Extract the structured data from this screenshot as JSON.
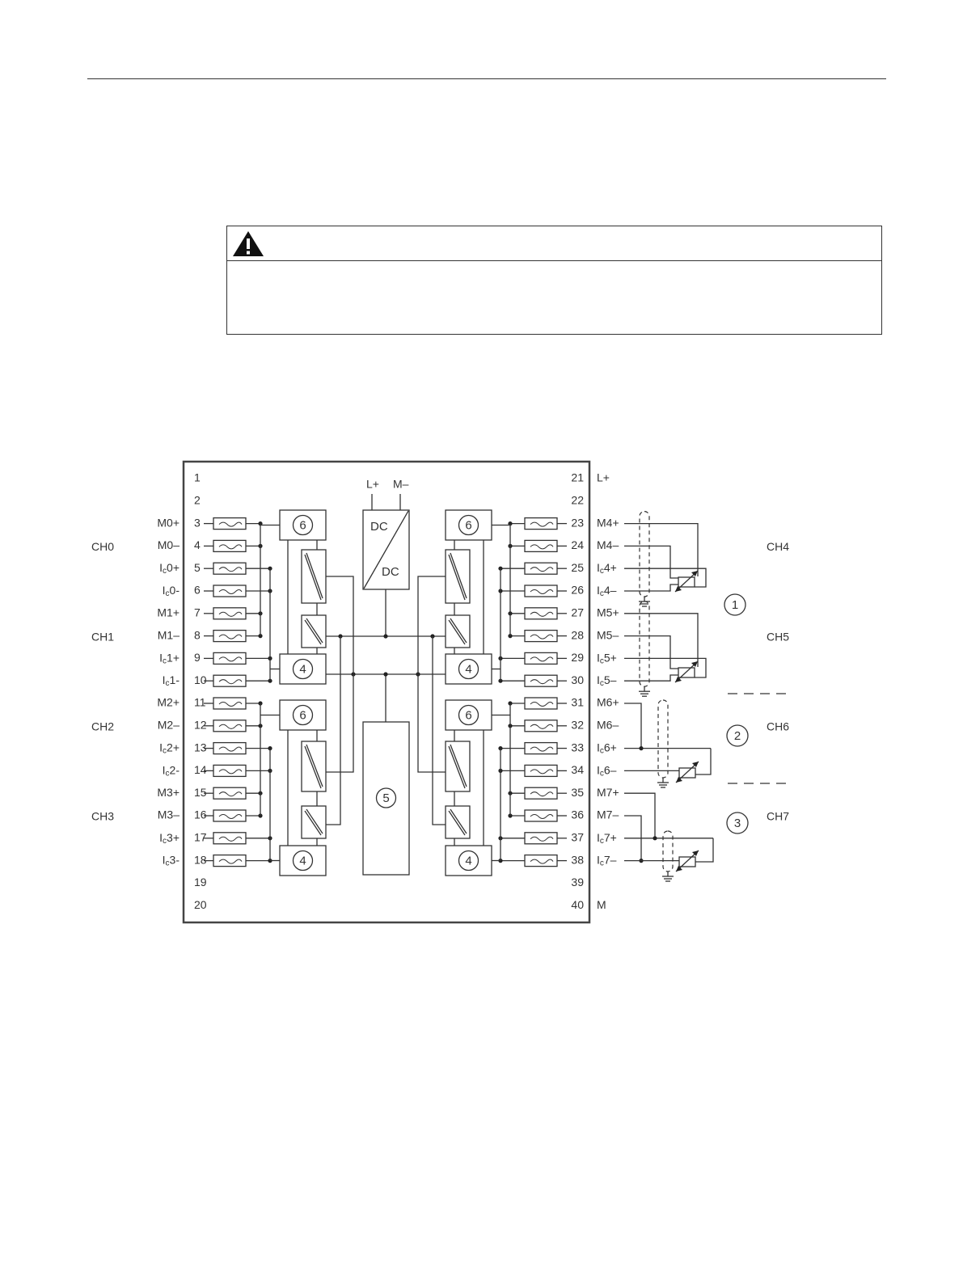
{
  "page": {
    "warning_icon": "warning-triangle-icon"
  },
  "diagram": {
    "left_terminals": [
      {
        "num": "1",
        "label": ""
      },
      {
        "num": "2",
        "label": ""
      },
      {
        "num": "3",
        "label": "M0+"
      },
      {
        "num": "4",
        "label": "M0–"
      },
      {
        "num": "5",
        "label": "Ic0+"
      },
      {
        "num": "6",
        "label": "Ic0-"
      },
      {
        "num": "7",
        "label": "M1+"
      },
      {
        "num": "8",
        "label": "M1–"
      },
      {
        "num": "9",
        "label": "Ic1+"
      },
      {
        "num": "10",
        "label": "Ic1-"
      },
      {
        "num": "11",
        "label": "M2+"
      },
      {
        "num": "12",
        "label": "M2–"
      },
      {
        "num": "13",
        "label": "Ic2+"
      },
      {
        "num": "14",
        "label": "Ic2-"
      },
      {
        "num": "15",
        "label": "M3+"
      },
      {
        "num": "16",
        "label": "M3–"
      },
      {
        "num": "17",
        "label": "Ic3+"
      },
      {
        "num": "18",
        "label": "Ic3-"
      },
      {
        "num": "19",
        "label": ""
      },
      {
        "num": "20",
        "label": ""
      }
    ],
    "right_terminals": [
      {
        "num": "21",
        "label": "L+"
      },
      {
        "num": "22",
        "label": ""
      },
      {
        "num": "23",
        "label": "M4+"
      },
      {
        "num": "24",
        "label": "M4–"
      },
      {
        "num": "25",
        "label": "Ic4+"
      },
      {
        "num": "26",
        "label": "Ic4–"
      },
      {
        "num": "27",
        "label": "M5+"
      },
      {
        "num": "28",
        "label": "M5–"
      },
      {
        "num": "29",
        "label": "Ic5+"
      },
      {
        "num": "30",
        "label": "Ic5–"
      },
      {
        "num": "31",
        "label": "M6+"
      },
      {
        "num": "32",
        "label": "M6–"
      },
      {
        "num": "33",
        "label": "Ic6+"
      },
      {
        "num": "34",
        "label": "Ic6–"
      },
      {
        "num": "35",
        "label": "M7+"
      },
      {
        "num": "36",
        "label": "M7–"
      },
      {
        "num": "37",
        "label": "Ic7+"
      },
      {
        "num": "38",
        "label": "Ic7–"
      },
      {
        "num": "39",
        "label": ""
      },
      {
        "num": "40",
        "label": "M"
      }
    ],
    "channels_left": [
      "CH0",
      "CH1",
      "CH2",
      "CH3"
    ],
    "channels_right": [
      "CH4",
      "CH5",
      "CH6",
      "CH7"
    ],
    "supply_labels": [
      "L+",
      "M–"
    ],
    "dcdc_labels": [
      "DC",
      "DC"
    ],
    "block_callouts": [
      "4",
      "5",
      "6"
    ],
    "wiring_callouts": [
      "1",
      "2",
      "3"
    ]
  }
}
